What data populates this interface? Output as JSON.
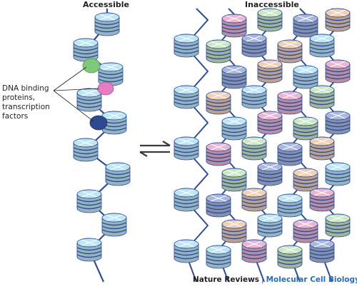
{
  "titles": {
    "accessible": "Accessible",
    "inaccessible": "Inaccessible"
  },
  "annotation": {
    "lines": [
      "DNA binding",
      "proteins,",
      "transcription",
      "factors"
    ]
  },
  "credit": {
    "publisher": "Nature Reviews",
    "separator": "|",
    "journal": "Molecular Cell Biology"
  },
  "colors": {
    "dna": "#2e4f96",
    "nucleosome_blue": "#bfe6f6",
    "variants": [
      "#bfe6f6",
      "#ecb6d3",
      "#cde8c4",
      "#aab8e0",
      "#f0d0b8"
    ],
    "protein_green": "#7fc97a",
    "protein_pink": "#e67cc3",
    "protein_navy": "#2d4a8e",
    "arrow": "#3b3b3b"
  }
}
